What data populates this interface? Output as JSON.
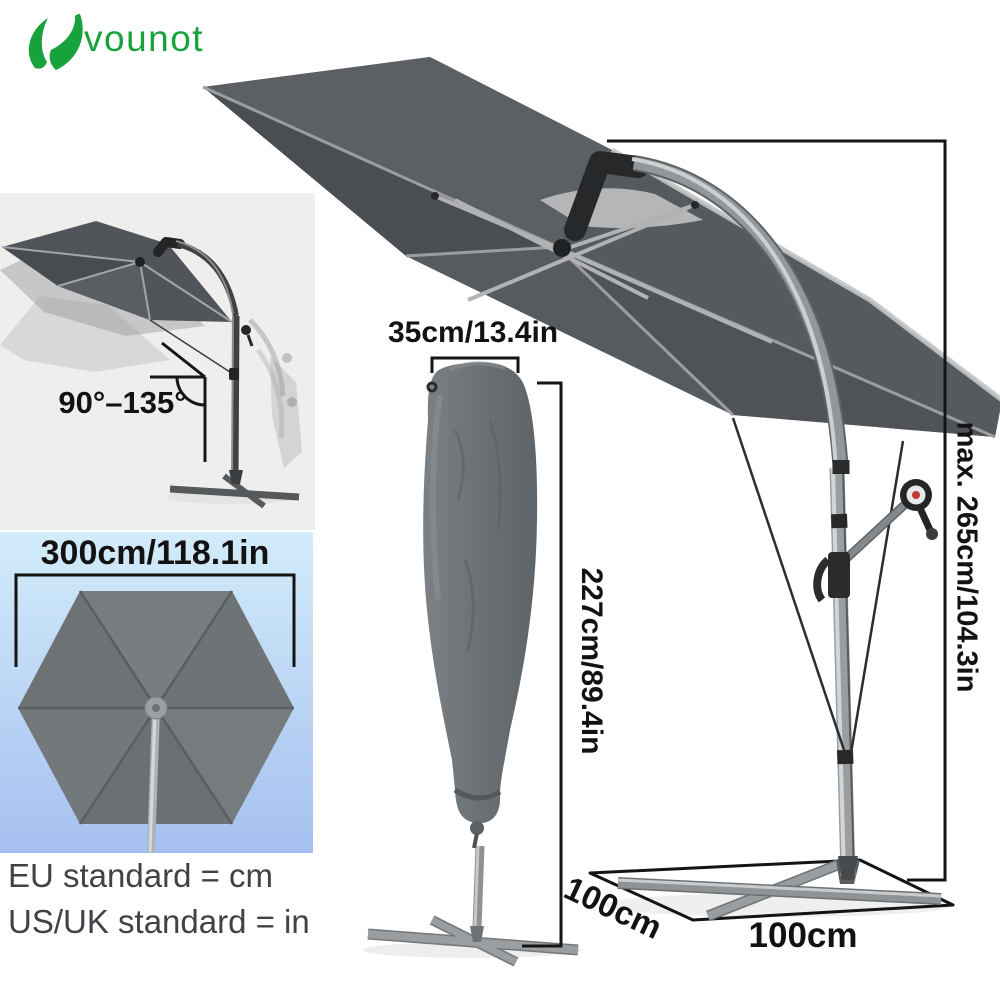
{
  "brand": {
    "name": "vounot"
  },
  "tilt_panel": {
    "angle_label": "90°–135°"
  },
  "top_view_panel": {
    "size_label": "300cm/118.1in"
  },
  "standards": {
    "eu": "EU standard = cm",
    "us_uk": "US/UK standard = in"
  },
  "cover": {
    "width_label": "35cm/13.4in",
    "height_label": "227cm/89.4in"
  },
  "umbrella": {
    "height_label": "max. 265cm/104.3in",
    "base_side_label": "100cm",
    "base_front_label": "100cm"
  },
  "colors": {
    "brand_green": "#17a23c",
    "canopy_gray": "#53575b",
    "cover_gray": "#70757a",
    "tilt_panel_bg": "#efeeec",
    "panel_blue_top": "#d3ecfa",
    "panel_blue_bottom": "#a5c0f0",
    "dimension_black": "#141414",
    "standards_text": "#3f4347"
  }
}
